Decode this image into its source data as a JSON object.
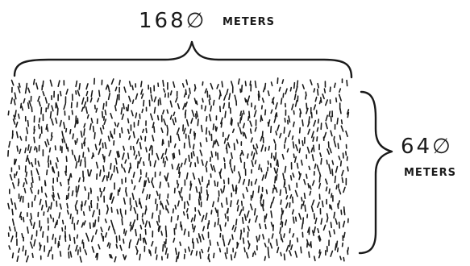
{
  "top_dimension": {
    "value": "168∅",
    "unit": "METERS"
  },
  "side_dimension": {
    "value": "64∅",
    "unit": "METERS"
  }
}
